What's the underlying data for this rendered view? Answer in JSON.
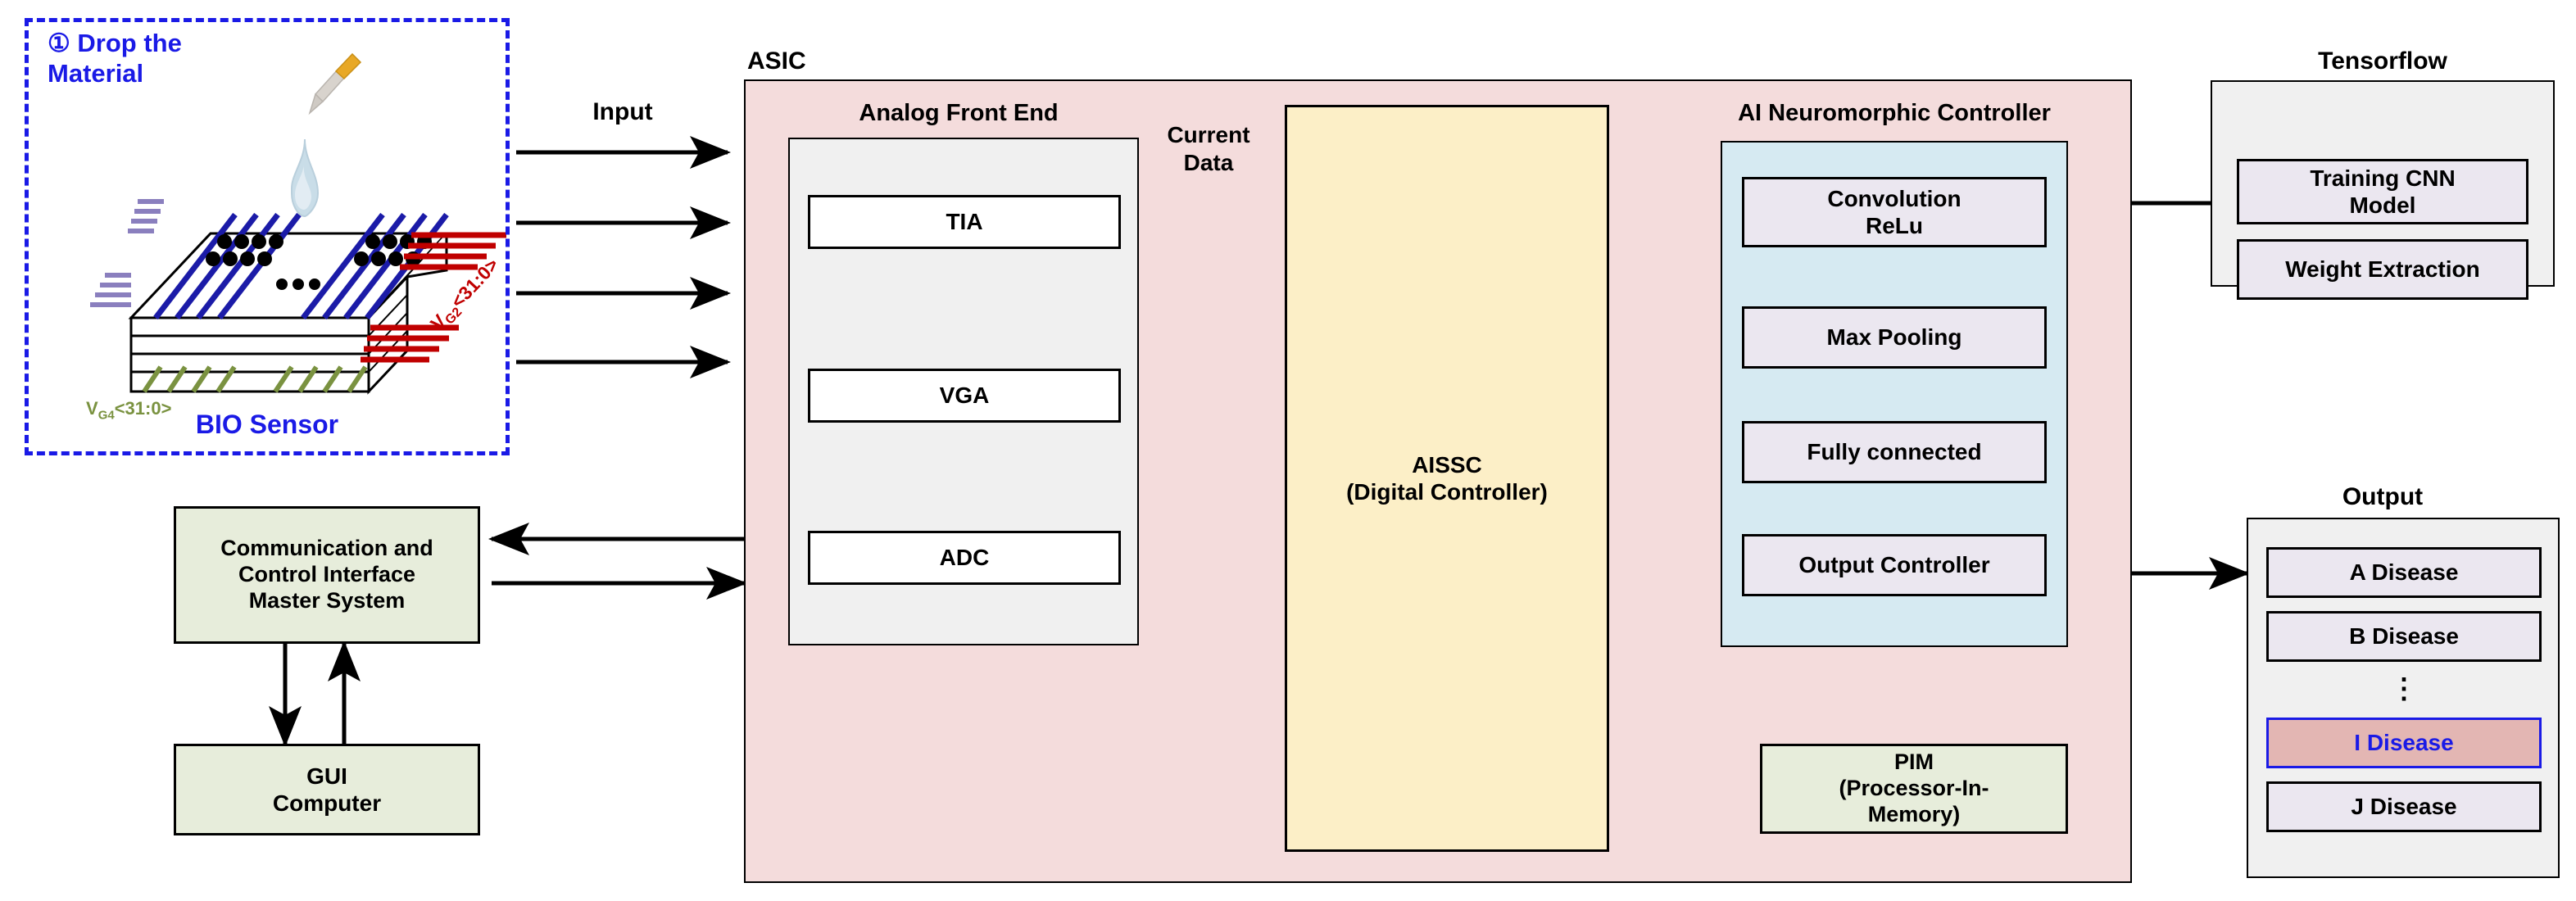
{
  "sensor_panel": {
    "step_label": "① Drop the\nMaterial",
    "caption": "BIO Sensor",
    "gate_label_right": "V",
    "gate_label_right_sub": "G2",
    "gate_label_right_tail": "<31:0>",
    "gate_label_bottom": "V",
    "gate_label_bottom_sub": "G4",
    "gate_label_bottom_tail": "<31:0>",
    "ellipsis": "•••",
    "accent_color": "#1a1ae6",
    "gate2_color": "#c00000",
    "gate4_color": "#7a9240",
    "wire_color": "#1b1ba8",
    "left_connector_color": "#8a7fbe"
  },
  "input": {
    "label": "Input",
    "arrow_count": 4
  },
  "asic": {
    "title": "ASIC",
    "fill": "#f4dcdc",
    "analog_front_end": {
      "title": "Analog Front End",
      "blocks": [
        {
          "label": "TIA"
        },
        {
          "label": "VGA"
        },
        {
          "label": "ADC"
        }
      ]
    },
    "current_data_label": "Current\nData",
    "aissc": {
      "label": "AISSC\n(Digital Controller)",
      "fill": "#fcefc7"
    },
    "ai_controller": {
      "title": "AI Neuromorphic Controller",
      "fill": "#d6eaf2",
      "blocks": [
        {
          "label": "Convolution\nReLu"
        },
        {
          "label": "Max Pooling"
        },
        {
          "label": "Fully connected"
        },
        {
          "label": "Output Controller"
        }
      ]
    },
    "pim": {
      "label": "PIM\n(Processor-In-\nMemory)",
      "fill": "#e7eddb"
    }
  },
  "tensorflow": {
    "title": "Tensorflow",
    "blocks": [
      {
        "label": "Training CNN\nModel"
      },
      {
        "label": "Weight Extraction"
      }
    ]
  },
  "output": {
    "title": "Output",
    "items": [
      {
        "label": "A Disease",
        "selected": false
      },
      {
        "label": "B Disease",
        "selected": false
      },
      {
        "label": "I Disease",
        "selected": true
      },
      {
        "label": "J Disease",
        "selected": false
      }
    ],
    "vertical_ellipsis": "⋮",
    "selected_fill": "#e3b6b3",
    "selected_border": "#1a1ae6",
    "selected_text": "#1a1ae6"
  },
  "host": {
    "master_system": {
      "label": "Communication and\nControl Interface\nMaster System"
    },
    "gui": {
      "label": "GUI\nComputer"
    }
  }
}
